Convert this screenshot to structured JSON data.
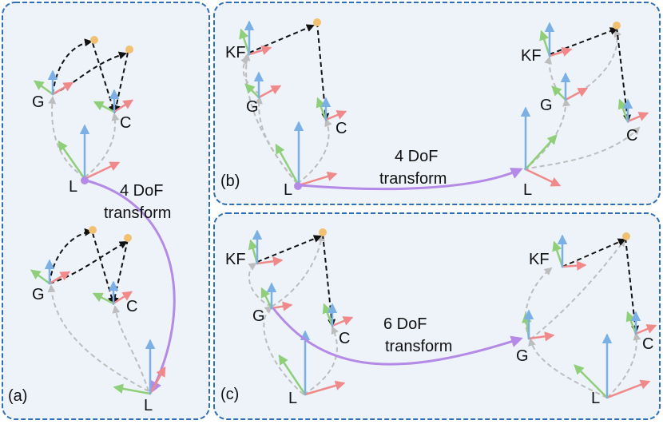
{
  "panels": {
    "a": {
      "label": "(a)"
    },
    "b": {
      "label": "(b)"
    },
    "c": {
      "label": "(c)"
    }
  },
  "frames": {
    "L": "L",
    "G": "G",
    "C": "C",
    "KF": "KF"
  },
  "transforms": {
    "four_dof_line1": "4 DoF",
    "four_dof_line2": "transform",
    "six_dof_line1": "6 DoF",
    "six_dof_line2": "transform"
  },
  "colors": {
    "panel_border": "#2e6fb6",
    "panel_fill": "#eef3fa",
    "axis_x": "#f08a8a",
    "axis_y": "#8fcf7a",
    "axis_z": "#7ab0e6",
    "link_black": "#111111",
    "link_gray": "#bdbdbd",
    "transform_purple": "#b48ae6",
    "landmark": "#f1c071"
  }
}
